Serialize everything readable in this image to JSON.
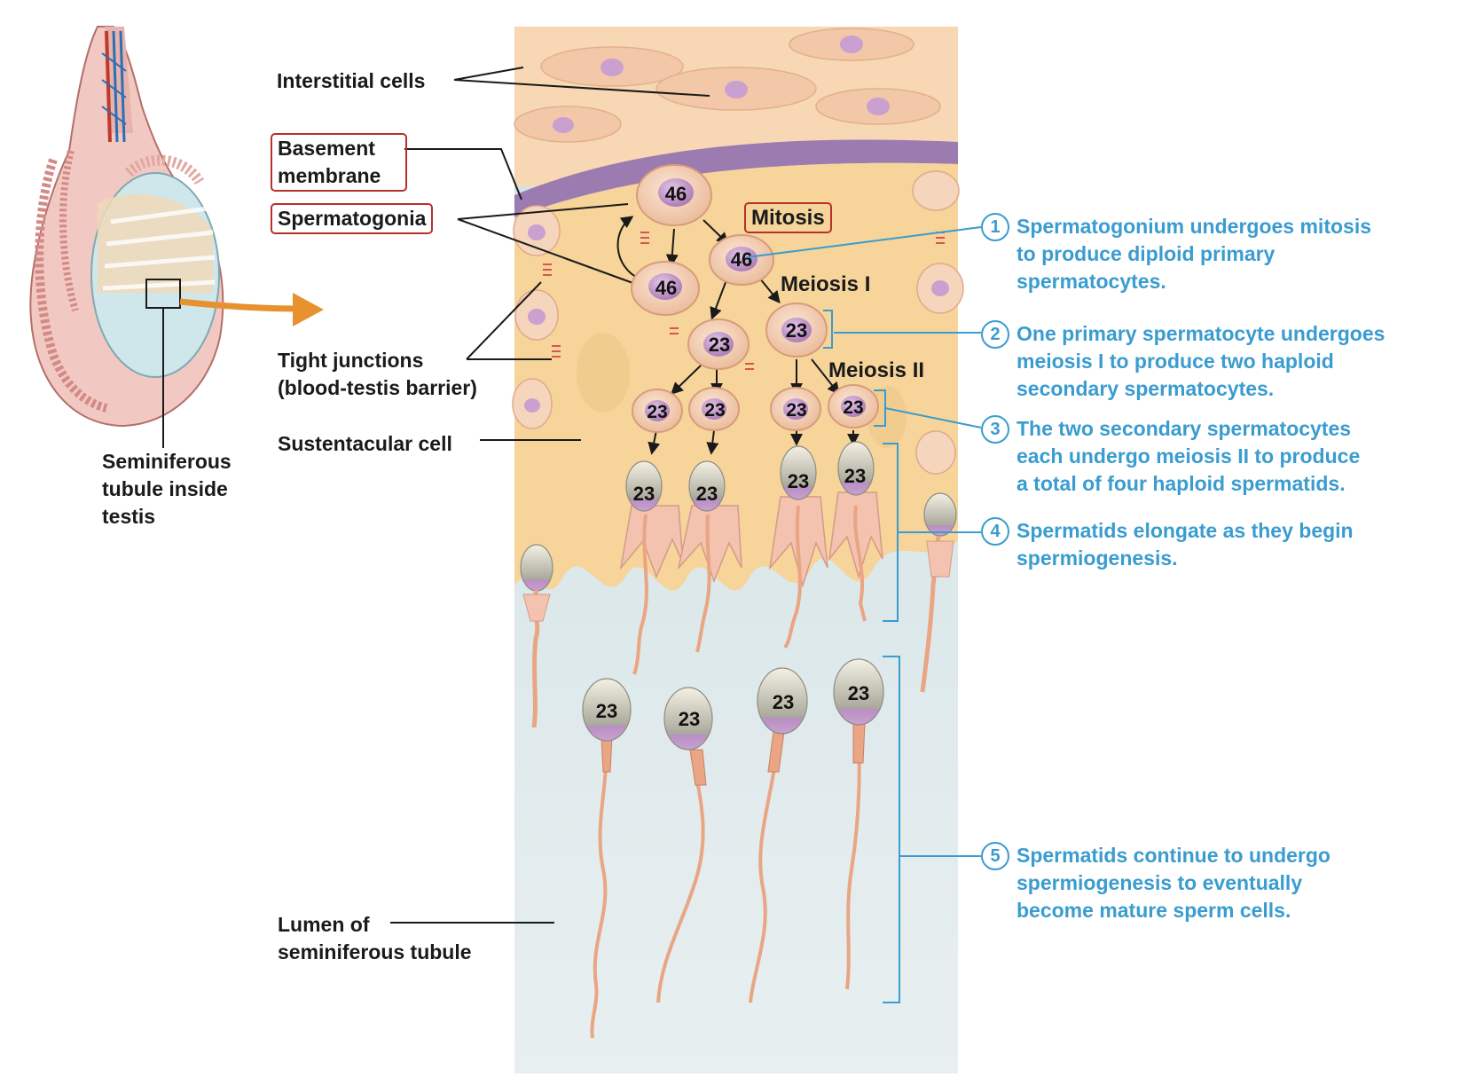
{
  "labels": {
    "interstitial_cells": "Interstitial cells",
    "basement_membrane_line1": "Basement",
    "basement_membrane_line2": "membrane",
    "spermatogonia": "Spermatogonia",
    "mitosis": "Mitosis",
    "meiosis_1": "Meiosis I",
    "meiosis_2": "Meiosis II",
    "tight_junctions_line1": "Tight junctions",
    "tight_junctions_line2": "(blood-testis barrier)",
    "sustentacular_cell": "Sustentacular cell",
    "seminiferous_line1": "Seminiferous",
    "seminiferous_line2": "tubule inside",
    "seminiferous_line3": "testis",
    "lumen_line1": "Lumen of",
    "lumen_line2": "seminiferous tubule"
  },
  "chromosome_counts": {
    "spermatogonium_top": "46",
    "spermatogonium_left": "46",
    "spermatogonium_dividing": "46",
    "primary_a": "23",
    "primary_b": "23",
    "secondary_1": "23",
    "secondary_2": "23",
    "secondary_3": "23",
    "secondary_4": "23",
    "spermatid_1": "23",
    "spermatid_2": "23",
    "spermatid_3": "23",
    "spermatid_4": "23",
    "sperm_1": "23",
    "sperm_2": "23",
    "sperm_3": "23",
    "sperm_4": "23"
  },
  "steps": [
    {
      "number": "1",
      "text": "Spermatogonium undergoes mitosis\nto produce diploid primary\nspermatocytes."
    },
    {
      "number": "2",
      "text": "One primary spermatocyte undergoes\nmeiosis I to produce two haploid\nsecondary spermatocytes."
    },
    {
      "number": "3",
      "text": "The two secondary spermatocytes\neach undergo meiosis II to produce\na total of four haploid spermatids."
    },
    {
      "number": "4",
      "text": "Spermatids elongate as they begin\nspermiogenesis."
    },
    {
      "number": "5",
      "text": "Spermatids continue to undergo\nspermiogenesis to eventually\nbecome mature sperm cells."
    }
  ],
  "colors": {
    "step_blue": "#3a9ccf",
    "highlight_red": "#b8302b",
    "sustentacular": "#f6d49a",
    "lumen": "#dde8ea",
    "membrane_purple": "#9b7bb0",
    "cell_fill": "#f6d5bd",
    "nucleus": "#c9a0cf",
    "arrow_orange": "#e8912f"
  }
}
